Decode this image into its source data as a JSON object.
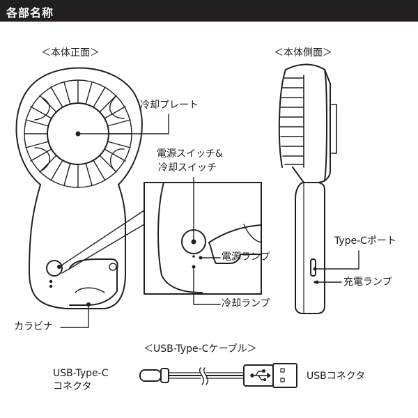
{
  "header": {
    "title": "各部名称"
  },
  "views": {
    "front": "＜本体正面＞",
    "side": "＜本体側面＞",
    "cable": "＜USB-Type-Cケーブル＞"
  },
  "labels": {
    "cooling_plate": "冷却プレート",
    "switch_line1": "電源スイッチ&",
    "switch_line2": "冷却スイッチ",
    "power_lamp": "電源ランプ",
    "cooling_lamp": "冷却ランプ",
    "carabiner": "カラビナ",
    "typec_port": "Type-Cポート",
    "charge_lamp": "充電ランプ",
    "usbc_connector_line1": "USB-Type-C",
    "usbc_connector_line2": "コネクタ",
    "usb_connector": "USBコネクタ"
  },
  "colors": {
    "header_bg": "#231f20",
    "header_text": "#ffffff",
    "line": "#231f20"
  }
}
